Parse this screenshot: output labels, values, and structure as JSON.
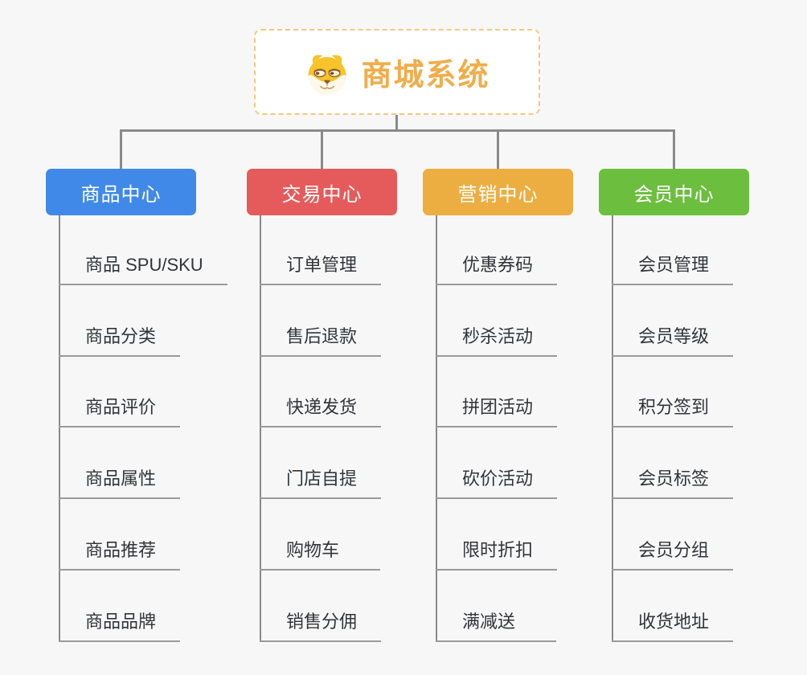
{
  "root": {
    "title": "商城系统",
    "icon": "dog-icon",
    "title_color": "#F0AD4A",
    "border_color": "#F6C77E",
    "background": "#FFFFFF"
  },
  "canvas_background": "#F7F7F7",
  "connector_color": "#8A8A8A",
  "leaf_text_color": "#31353B",
  "leaf_line_color": "#9A9A9A",
  "branches": [
    {
      "label": "商品中心",
      "color": "#4189E8",
      "children": [
        "商品 SPU/SKU",
        "商品分类",
        "商品评价",
        "商品属性",
        "商品推荐",
        "商品品牌"
      ]
    },
    {
      "label": "交易中心",
      "color": "#E55B5B",
      "children": [
        "订单管理",
        "售后退款",
        "快递发货",
        "门店自提",
        "购物车",
        "销售分佣"
      ]
    },
    {
      "label": "营销中心",
      "color": "#ECAE41",
      "children": [
        "优惠券码",
        "秒杀活动",
        "拼团活动",
        "砍价活动",
        "限时折扣",
        "满减送"
      ]
    },
    {
      "label": "会员中心",
      "color": "#6CBE3F",
      "children": [
        "会员管理",
        "会员等级",
        "积分签到",
        "会员标签",
        "会员分组",
        "收货地址"
      ]
    }
  ]
}
